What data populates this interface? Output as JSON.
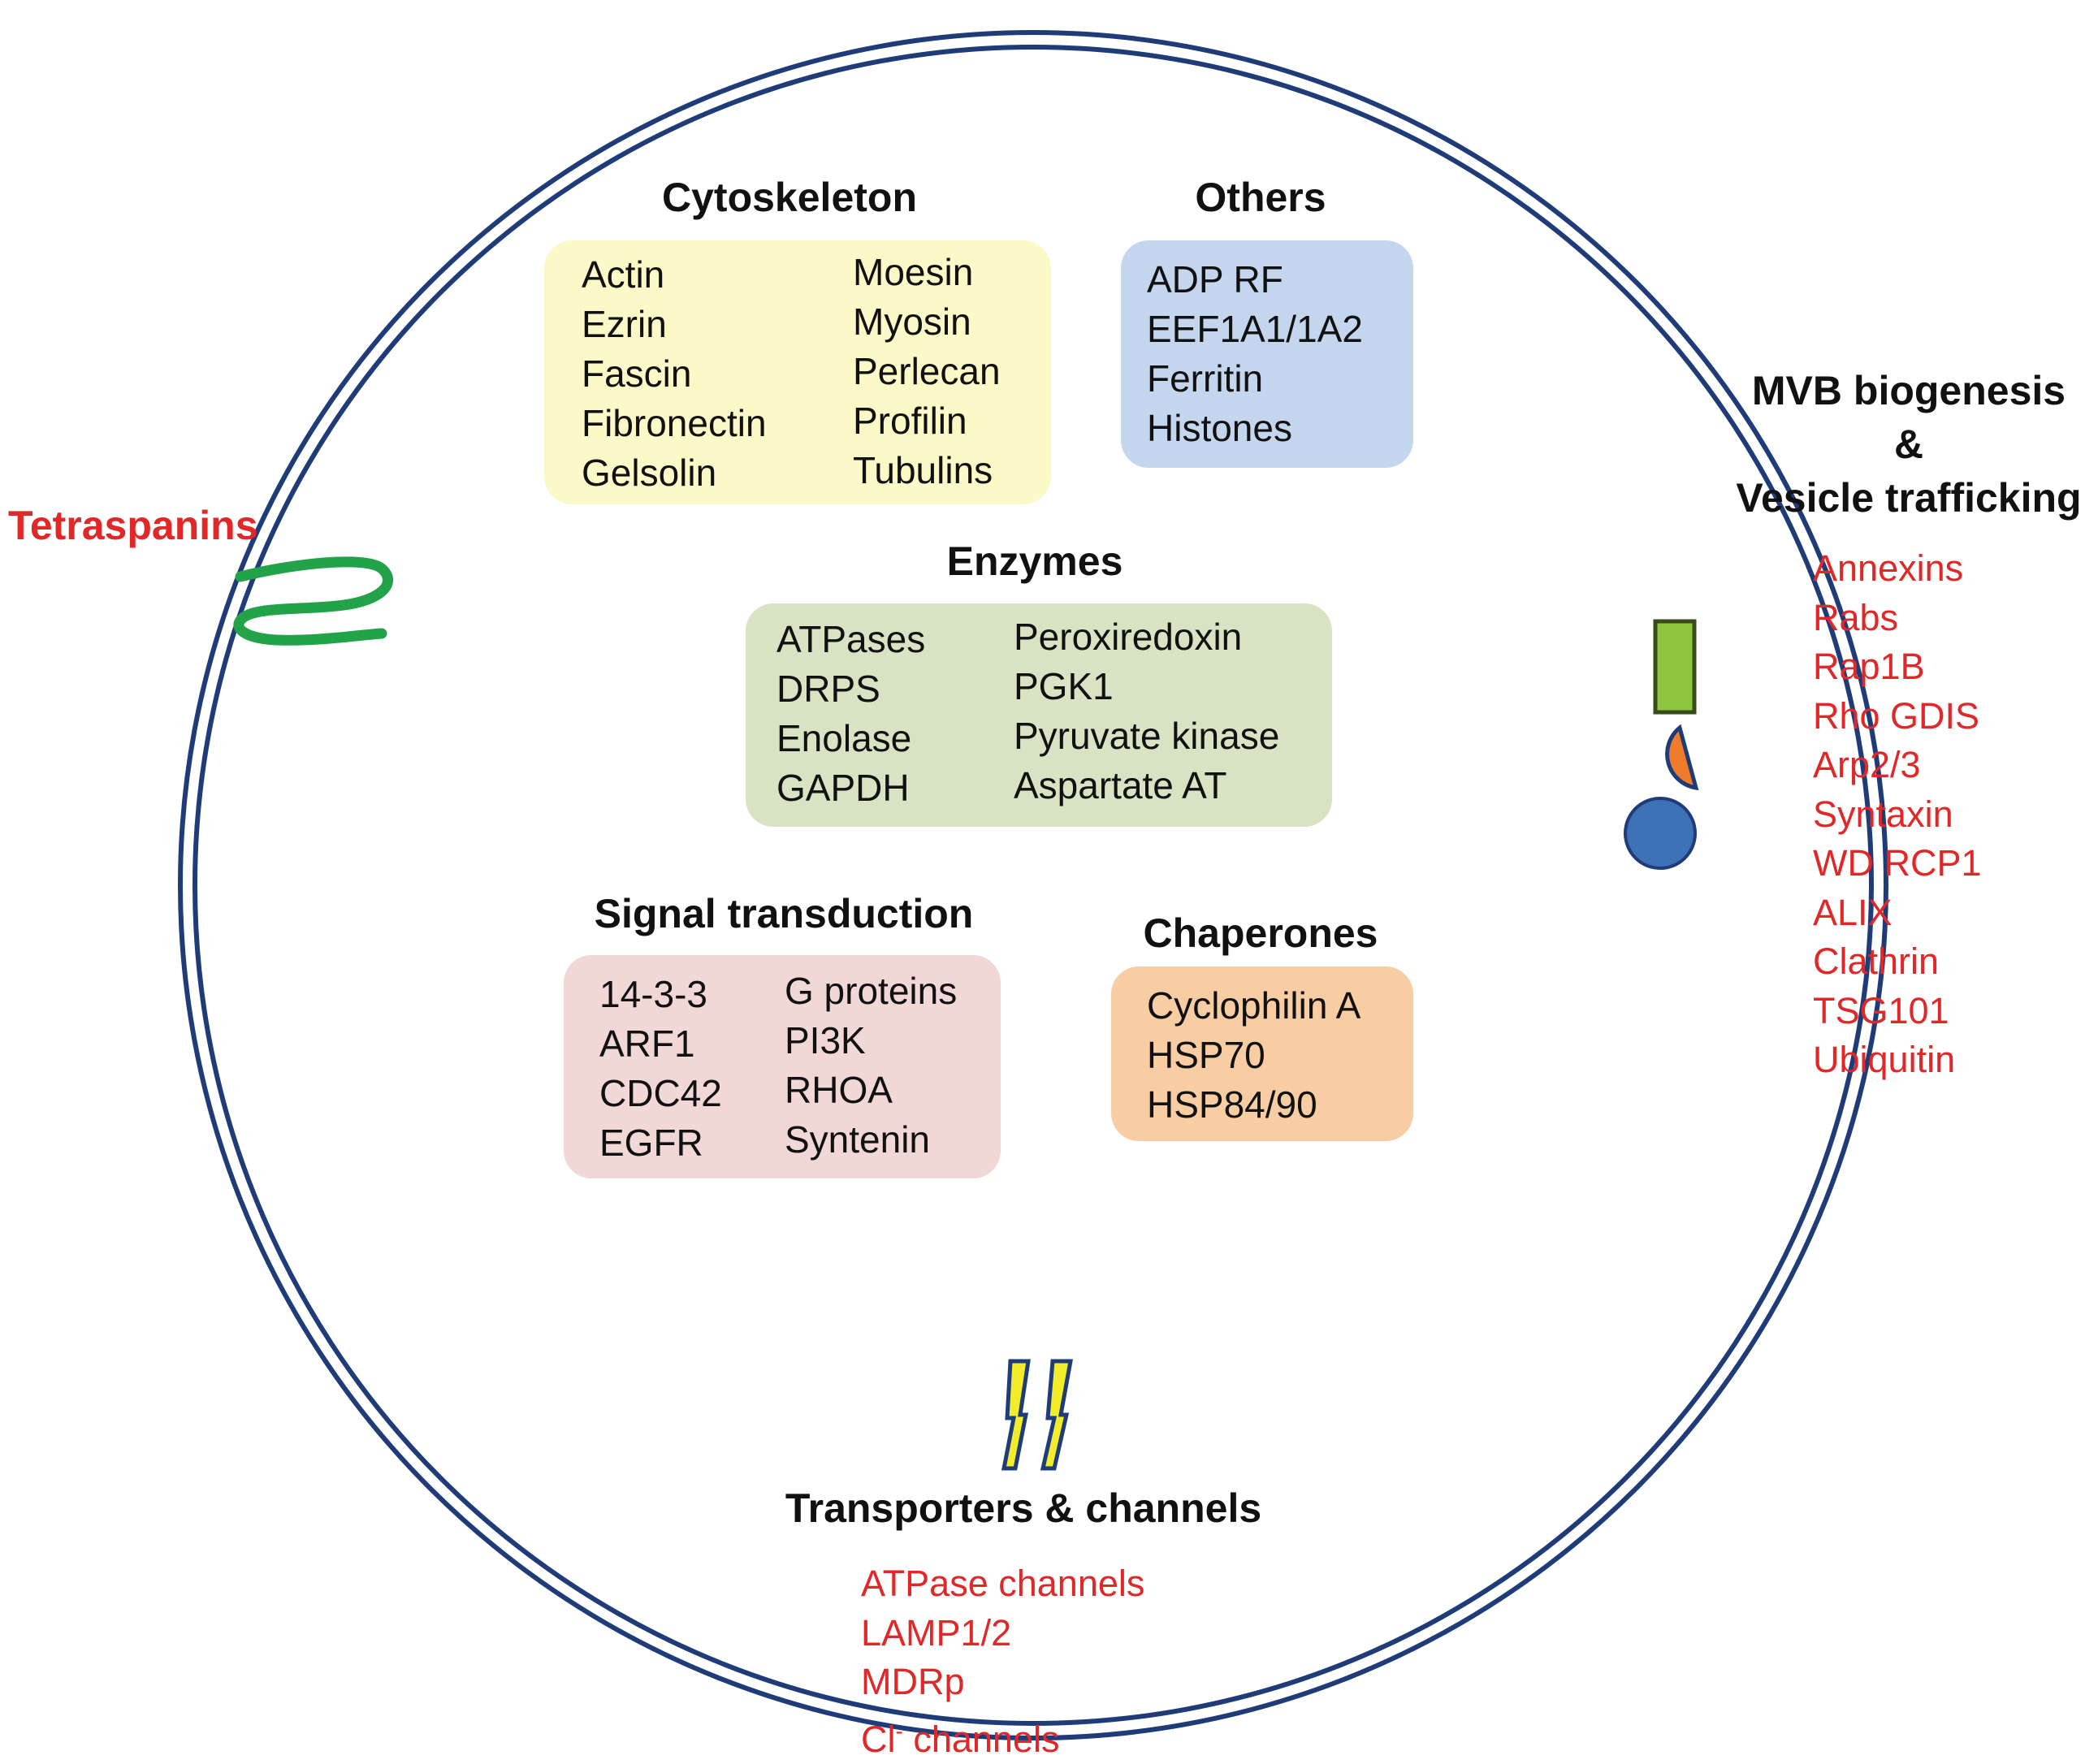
{
  "colors": {
    "membrane": "#1f3c78",
    "label_red": "#e02828",
    "cytoskeleton_fill": "#fcf9c8",
    "others_fill": "#c4d6ee",
    "enzymes_fill": "#d7e3c2",
    "signal_fill": "#f1d7d6",
    "chaperones_fill": "#f8cda4",
    "tetraspanin_green": "#22a34a",
    "channel_yellow": "#f3ec2a",
    "mvb_green": "#8cc63f",
    "mvb_orange": "#ef7b2b",
    "mvb_blue": "#3d73b6"
  },
  "icons": [
    "tetraspanin-icon",
    "channel-icon",
    "mvb-rectangle-icon",
    "mvb-half-disc-icon",
    "mvb-circle-icon"
  ],
  "cytoskeleton": {
    "title": "Cytoskeleton",
    "col1": [
      "Actin",
      "Ezrin",
      "Fascin",
      "Fibronectin",
      "Gelsolin"
    ],
    "col2": [
      "Moesin",
      "Myosin",
      "Perlecan",
      "Profilin",
      "Tubulins"
    ]
  },
  "others": {
    "title": "Others",
    "items": [
      "ADP RF",
      "EEF1A1/1A2",
      "Ferritin",
      "Histones"
    ]
  },
  "enzymes": {
    "title": "Enzymes",
    "col1": [
      "ATPases",
      "DRPS",
      "Enolase",
      "GAPDH"
    ],
    "col2": [
      "Peroxiredoxin",
      "PGK1",
      "Pyruvate kinase",
      "Aspartate AT"
    ]
  },
  "signal": {
    "title": "Signal transduction",
    "col1": [
      "14-3-3",
      "ARF1",
      "CDC42",
      "EGFR"
    ],
    "col2": [
      "G proteins",
      "PI3K",
      "RHOA",
      "Syntenin"
    ]
  },
  "chaperones": {
    "title": "Chaperones",
    "items": [
      "Cyclophilin A",
      "HSP70",
      "HSP84/90"
    ]
  },
  "tetraspanins": {
    "label": "Tetraspanins"
  },
  "mvb": {
    "title_line1": "MVB biogenesis",
    "title_line2": "&",
    "title_line3": "Vesicle trafficking",
    "items": [
      "Annexins",
      "Rabs",
      "Rap1B",
      "Rho GDIS",
      "Arp2/3",
      "Syntaxin",
      "WD RCP1",
      "ALIX",
      "Clathrin",
      "TSG101",
      "Ubiquitin"
    ]
  },
  "transporters": {
    "title": "Transporters & channels",
    "items": [
      "ATPase channels",
      "LAMP1/2",
      "MDRp",
      "Cl"
    ],
    "last_sup": "-",
    "last_suffix": " channels"
  }
}
